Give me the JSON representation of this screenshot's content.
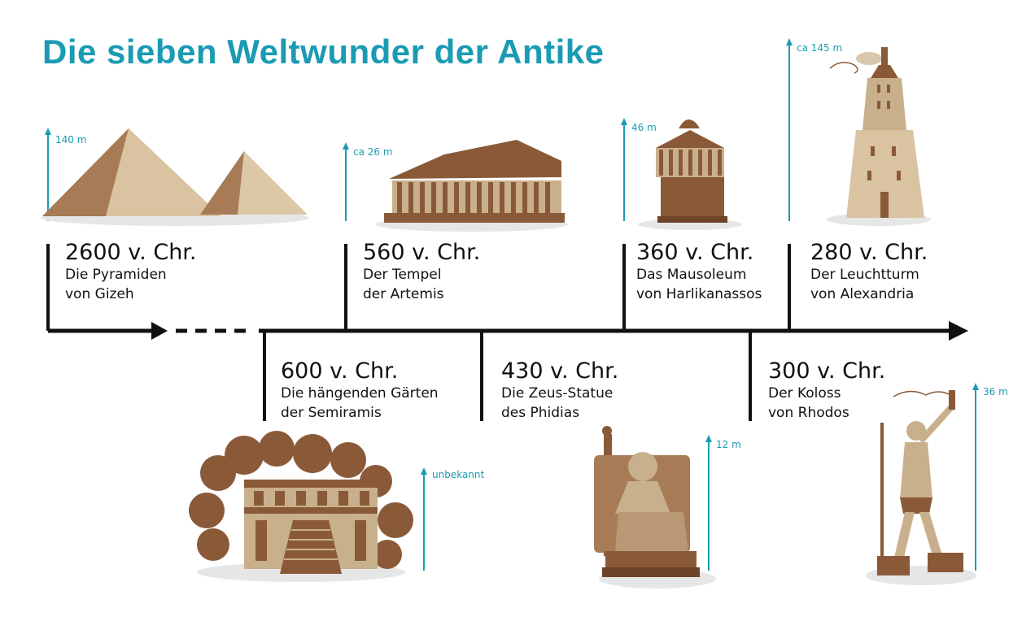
{
  "title": "Die sieben Weltwunder der Antike",
  "events": [
    {
      "year": "2600 v. Chr.",
      "name1": "Die Pyramiden",
      "name2": "von Gizeh",
      "height": "140 m"
    },
    {
      "year": "600 v. Chr.",
      "name1": "Die hängenden Gärten",
      "name2": "der Semiramis",
      "height": "unbekannt"
    },
    {
      "year": "560 v. Chr.",
      "name1": "Der Tempel",
      "name2": "der Artemis",
      "height": "ca 26 m"
    },
    {
      "year": "430 v. Chr.",
      "name1": "Die Zeus-Statue",
      "name2": "des Phidias",
      "height": "12 m"
    },
    {
      "year": "360 v. Chr.",
      "name1": "Das Mausoleum",
      "name2": "von Harlikanassos",
      "height": "46 m"
    },
    {
      "year": "300 v. Chr.",
      "name1": "Der Koloss",
      "name2": "von Rhodos",
      "height": "36 m"
    },
    {
      "year": "280 v. Chr.",
      "name1": "Der Leuchtturm",
      "name2": "von Alexandria",
      "height": "ca 145 m"
    }
  ],
  "colors": {
    "accent": "#1a9bb3",
    "illustration": "#8a5a38",
    "illustration_light": "#c9b08c",
    "line": "#111111"
  }
}
